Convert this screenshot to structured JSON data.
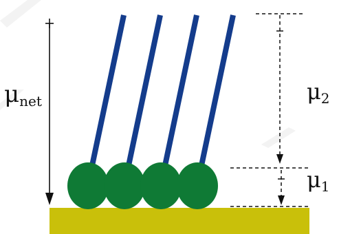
{
  "labels": {
    "mu_net_main": "μ",
    "mu_net_sub": "net",
    "mu2_main": "μ",
    "mu2_sub": "2",
    "mu1_main": "μ",
    "mu1_sub": "1"
  },
  "molecules": {
    "count": 4
  },
  "colors": {
    "substrate": "#c9c00a",
    "head": "#0f7a35",
    "tail": "#143c8c",
    "arrow": "#111111",
    "dashed": "#111111"
  }
}
